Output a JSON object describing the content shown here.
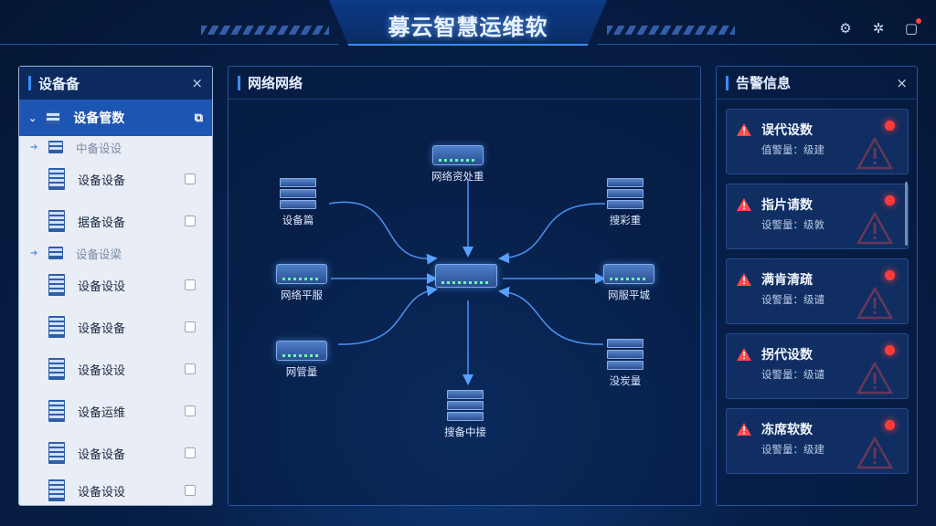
{
  "header": {
    "title": "募云智慧运维软",
    "icons": [
      "gear-icon",
      "settings-icon",
      "notification-icon"
    ]
  },
  "left_panel": {
    "title": "设备备",
    "close": "×",
    "root": {
      "label": "设备管数"
    },
    "groups": [
      {
        "label": "中备设设",
        "items": [
          "设备设备",
          "据备设备"
        ]
      },
      {
        "label": "设备设梁",
        "items": [
          "设备设设",
          "设备设备",
          "设备设设",
          "设备运维",
          "设备设备",
          "设备设设"
        ]
      }
    ]
  },
  "center_panel": {
    "title": "网络网络",
    "nodes": {
      "top": "网络资处重",
      "top_left": "设备篇",
      "top_right": "搜彩重",
      "mid_left": "网络平服",
      "mid_right": "网服平城",
      "bot_left": "网管量",
      "bot_right": "没炭量",
      "bottom": "搜备中接"
    }
  },
  "right_panel": {
    "title": "告警信息",
    "close": "×",
    "alerts": [
      {
        "title": "误代设数",
        "sub": "值警量：级建"
      },
      {
        "title": "指片请数",
        "sub": "设警量：级敦"
      },
      {
        "title": "满肯清疏",
        "sub": "设警量：级谴"
      },
      {
        "title": "拐代设数",
        "sub": "设警量：级谴"
      },
      {
        "title": "冻席软数",
        "sub": "设警量：级建"
      }
    ]
  },
  "colors": {
    "accent": "#3b8cff",
    "alert": "#ff3a3a",
    "root_row": "#1d55b3"
  }
}
